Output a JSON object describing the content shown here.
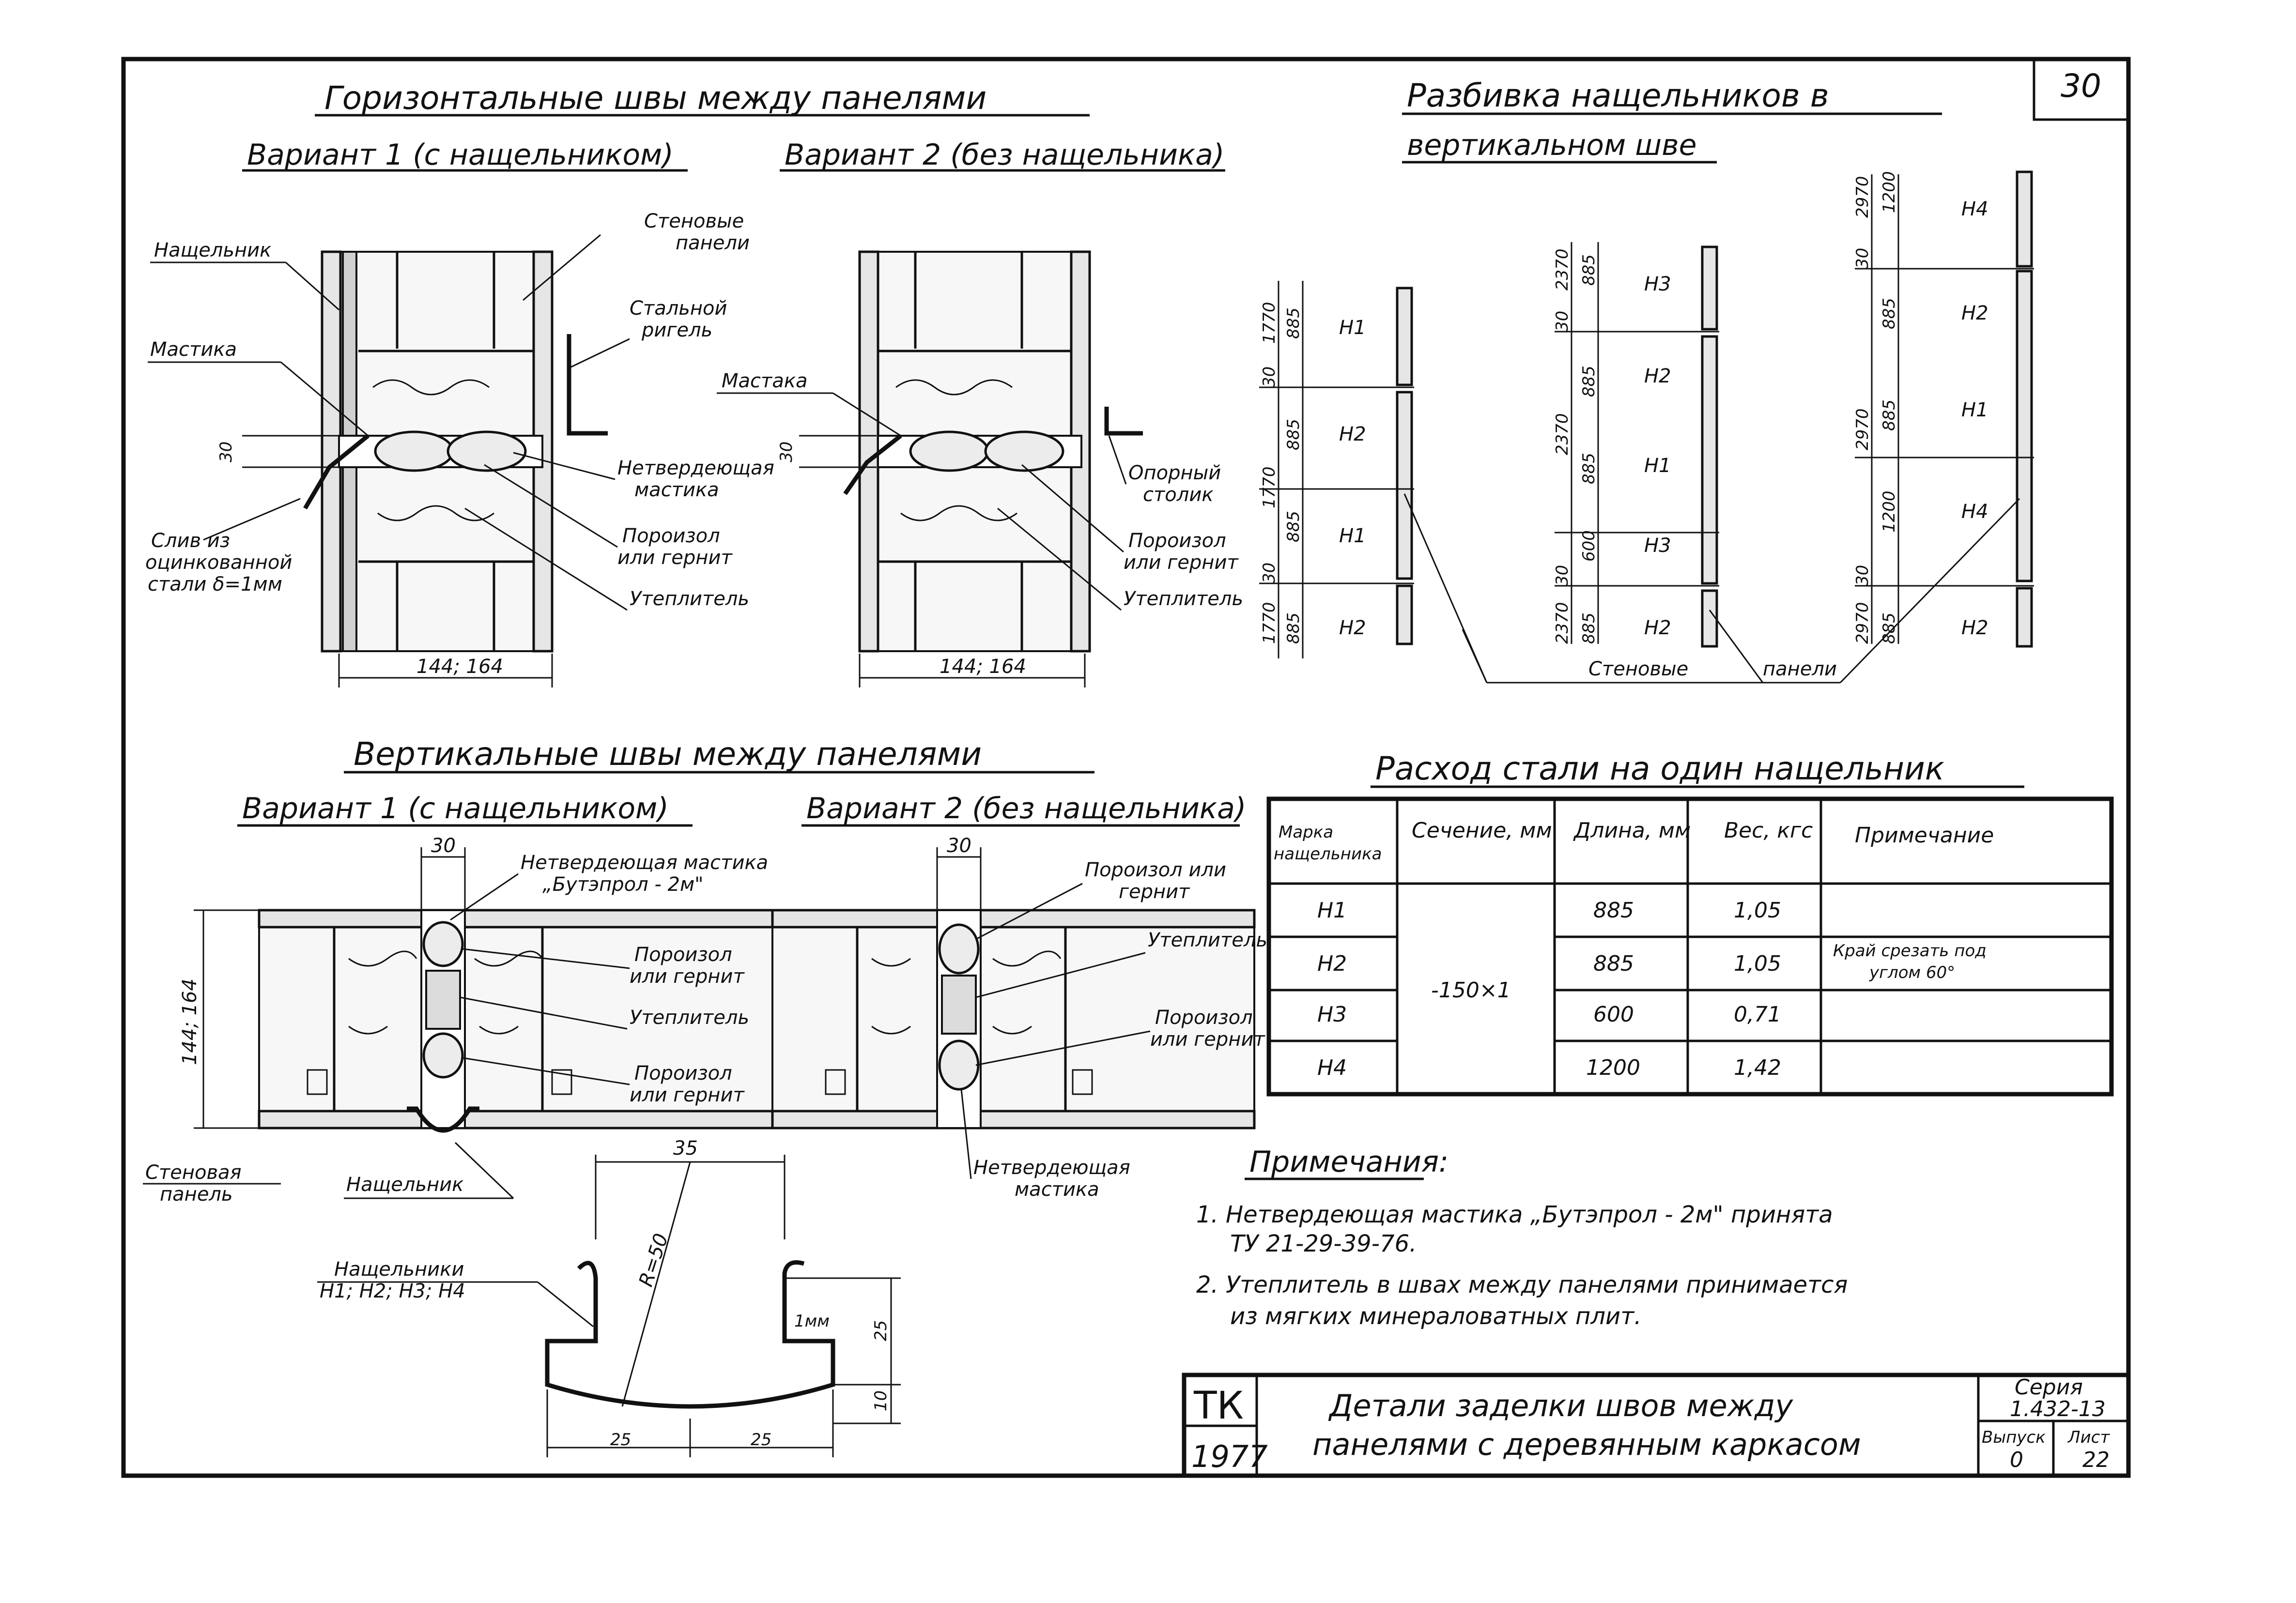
{
  "sheet_number": "30",
  "titles": {
    "horizontal": "Горизонтальные швы между панелями",
    "h_variant1": "Вариант 1 (с нащельником)",
    "h_variant2": "Вариант 2 (без нащельника)",
    "layout": "Разбивка нащельников в",
    "layout2": "вертикальном шве",
    "vertical": "Вертикальные швы между панелями",
    "v_variant1": "Вариант 1 (с нащельником)",
    "v_variant2": "Вариант 2 (без нащельника)",
    "steel": "Расход стали на один нащельник"
  },
  "labels": {
    "nashchelnik": "Нащельник",
    "wall_panels1": "Стеновые",
    "wall_panels2": "панели",
    "steel_beam1": "Стальной",
    "steel_beam2": "ригель",
    "mastika": "Мастика",
    "nonhard1": "Нетвердеющая",
    "nonhard2": "мастика",
    "drain1": "Слив из",
    "drain2": "оцинкованной",
    "drain3": "стали δ=1мм",
    "poroizol1": "Пороизол",
    "poroizol2": "или гернит",
    "insulation": "Утеплитель",
    "dim_width": "144; 164",
    "mastaka": "Мастака",
    "support1": "Опорный",
    "support2": "столик",
    "dim_30": "30",
    "butep1": "Нетвердеющая мастика",
    "butep2": "„Бутэпрол - 2м\"",
    "wall_panel1": "Стеновая",
    "wall_panel2": "панель",
    "nash_list1": "Нащельники",
    "nash_list2": "Н1; Н2; Н3; Н4",
    "dim_35": "35",
    "dim_r50": "R=50",
    "dim_1mm": "1мм",
    "dim_25v": "25",
    "dim_10": "10",
    "dim_25a": "25",
    "dim_25b": "25",
    "panels_bottom1": "Стеновые",
    "panels_bottom2": "панели",
    "poroizol_ili1": "Пороизол или",
    "poroizol_ili2": "гернит"
  },
  "layout_columns": [
    {
      "marks": [
        "Н1",
        "Н2",
        "Н1",
        "Н2"
      ],
      "dims": [
        "1770",
        "885",
        "30",
        "885",
        "1770",
        "885",
        "30",
        "1770",
        "885"
      ]
    },
    {
      "marks": [
        "Н3",
        "Н2",
        "Н1",
        "Н3",
        "Н2"
      ],
      "dims": [
        "2370",
        "885",
        "30",
        "885",
        "2370",
        "885",
        "600",
        "30",
        "2370",
        "885"
      ]
    },
    {
      "marks": [
        "Н4",
        "Н2",
        "Н1",
        "Н4",
        "Н2"
      ],
      "dims": [
        "2970",
        "1200",
        "30",
        "885",
        "2970",
        "885",
        "1200",
        "30",
        "2970",
        "885"
      ]
    }
  ],
  "table": {
    "headers": [
      "Марка нащельника",
      "Сечение, мм",
      "Длина, мм",
      "Вес, кгс",
      "Примечание"
    ],
    "section": "-150×1",
    "rows": [
      {
        "mark": "Н1",
        "length": "885",
        "weight": "1,05",
        "note": ""
      },
      {
        "mark": "Н2",
        "length": "885",
        "weight": "1,05",
        "note": "Край срезать под углом 60°"
      },
      {
        "mark": "Н3",
        "length": "600",
        "weight": "0,71",
        "note": ""
      },
      {
        "mark": "Н4",
        "length": "1200",
        "weight": "1,42",
        "note": ""
      }
    ]
  },
  "notes": {
    "title": "Примечания:",
    "n1a": "1. Нетвердеющая мастика „Бутэпрол - 2м\" принята",
    "n1b": "ТУ 21-29-39-76.",
    "n2a": "2. Утеплитель в швах между панелями принимается",
    "n2b": "из мягких минераловатных плит."
  },
  "stamp": {
    "org": "ТК",
    "year": "1977",
    "title1": "Детали заделки швов между",
    "title2": "панелями с деревянным каркасом",
    "series_label": "Серия",
    "series": "1.432-13",
    "issue_label": "Выпуск",
    "issue": "0",
    "sheet_label": "Лист",
    "sheet": "22"
  }
}
